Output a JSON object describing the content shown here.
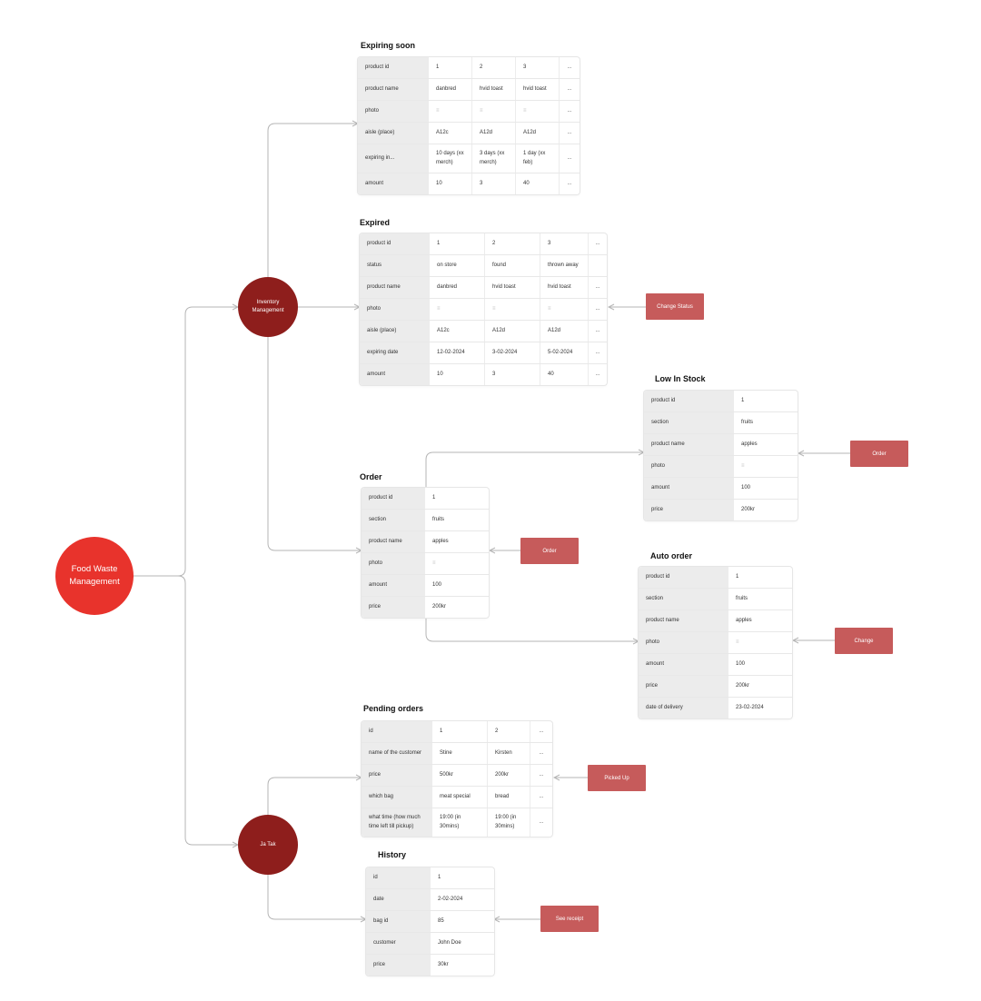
{
  "nodes": {
    "main": "Food Waste Management",
    "inventory": "Inventory Management",
    "jatak": "Ja Tak"
  },
  "tables": [
    {
      "key": "expiring_soon",
      "title": "Expiring soon",
      "rows": [
        {
          "label": "product id",
          "values": [
            "1",
            "2",
            "3"
          ],
          "more": "..."
        },
        {
          "label": "product name",
          "values": [
            "danbred",
            "hvid toast",
            "hvid toast"
          ],
          "more": "..."
        },
        {
          "label": "photo",
          "values": [
            "≡",
            "≡",
            "≡"
          ],
          "more": "..."
        },
        {
          "label": "aisle (place)",
          "values": [
            "A12c",
            "A12d",
            "A12d"
          ],
          "more": "..."
        },
        {
          "label": "expiring in...",
          "values": [
            "10 days (xx merch)",
            "3 days (xx merch)",
            "1 day (xx feb)"
          ],
          "more": "..."
        },
        {
          "label": "amount",
          "values": [
            "10",
            "3",
            "40"
          ],
          "more": "..."
        }
      ]
    },
    {
      "key": "expired",
      "title": "Expired",
      "rows": [
        {
          "label": "product id",
          "values": [
            "1",
            "2",
            "3"
          ],
          "more": "..."
        },
        {
          "label": "status",
          "values": [
            "on store",
            "found",
            "thrown away"
          ],
          "more": ""
        },
        {
          "label": "product name",
          "values": [
            "danbred",
            "hvid toast",
            "hvid toast"
          ],
          "more": "..."
        },
        {
          "label": "photo",
          "values": [
            "≡",
            "≡",
            "≡"
          ],
          "more": "..."
        },
        {
          "label": "aisle (place)",
          "values": [
            "A12c",
            "A12d",
            "A12d"
          ],
          "more": "..."
        },
        {
          "label": "expiring date",
          "values": [
            "12-02-2024",
            "3-02-2024",
            "5-02-2024"
          ],
          "more": "..."
        },
        {
          "label": "amount",
          "values": [
            "10",
            "3",
            "40"
          ],
          "more": "..."
        }
      ]
    },
    {
      "key": "low_in_stock",
      "title": "Low In Stock",
      "rows": [
        {
          "label": "product id",
          "values": [
            "1"
          ]
        },
        {
          "label": "section",
          "values": [
            "fruits"
          ]
        },
        {
          "label": "product name",
          "values": [
            "apples"
          ]
        },
        {
          "label": "photo",
          "values": [
            "≡"
          ]
        },
        {
          "label": "amount",
          "values": [
            "100"
          ]
        },
        {
          "label": "price",
          "values": [
            "200kr"
          ]
        }
      ]
    },
    {
      "key": "order",
      "title": "Order",
      "rows": [
        {
          "label": "product id",
          "values": [
            "1"
          ]
        },
        {
          "label": "section",
          "values": [
            "fruits"
          ]
        },
        {
          "label": "product name",
          "values": [
            "apples"
          ]
        },
        {
          "label": "photo",
          "values": [
            "≡"
          ]
        },
        {
          "label": "amount",
          "values": [
            "100"
          ]
        },
        {
          "label": "price",
          "values": [
            "200kr"
          ]
        }
      ]
    },
    {
      "key": "auto_order",
      "title": "Auto order",
      "rows": [
        {
          "label": "product id",
          "values": [
            "1"
          ]
        },
        {
          "label": "section",
          "values": [
            "fruits"
          ]
        },
        {
          "label": "product name",
          "values": [
            "apples"
          ]
        },
        {
          "label": "photo",
          "values": [
            "≡"
          ]
        },
        {
          "label": "amount",
          "values": [
            "100"
          ]
        },
        {
          "label": "price",
          "values": [
            "200kr"
          ]
        },
        {
          "label": "date of delivery",
          "values": [
            "23-02-2024"
          ]
        }
      ]
    },
    {
      "key": "pending_orders",
      "title": "Pending orders",
      "rows": [
        {
          "label": "id",
          "values": [
            "1",
            "2"
          ],
          "more": "..."
        },
        {
          "label": "name of the customer",
          "values": [
            "Stine",
            "Kirsten"
          ],
          "more": "..."
        },
        {
          "label": "price",
          "values": [
            "500kr",
            "200kr"
          ],
          "more": "..."
        },
        {
          "label": "which bag",
          "values": [
            "meat special",
            "bread"
          ],
          "more": "..."
        },
        {
          "label": "what time (how much time left till pickup)",
          "values": [
            "19:00 (in 30mins)",
            "19:00 (in 30mins)"
          ],
          "more": "..."
        }
      ]
    },
    {
      "key": "history",
      "title": "History",
      "rows": [
        {
          "label": "id",
          "values": [
            "1"
          ]
        },
        {
          "label": "date",
          "values": [
            "2-02-2024"
          ]
        },
        {
          "label": "bag id",
          "values": [
            "85"
          ]
        },
        {
          "label": "customer",
          "values": [
            "John Doe"
          ]
        },
        {
          "label": "price",
          "values": [
            "30kr"
          ]
        }
      ]
    }
  ],
  "actions": {
    "change_status": "Change Status",
    "order_low_stock": "Order",
    "order": "Order",
    "change": "Change",
    "picked_up": "Picked Up",
    "see_receipt": "See receipt"
  },
  "colors": {
    "main_node": "#e8332c",
    "sub_node": "#8e1e1c",
    "action_button": "#c65b5b",
    "connector": "#b5b5b5"
  }
}
